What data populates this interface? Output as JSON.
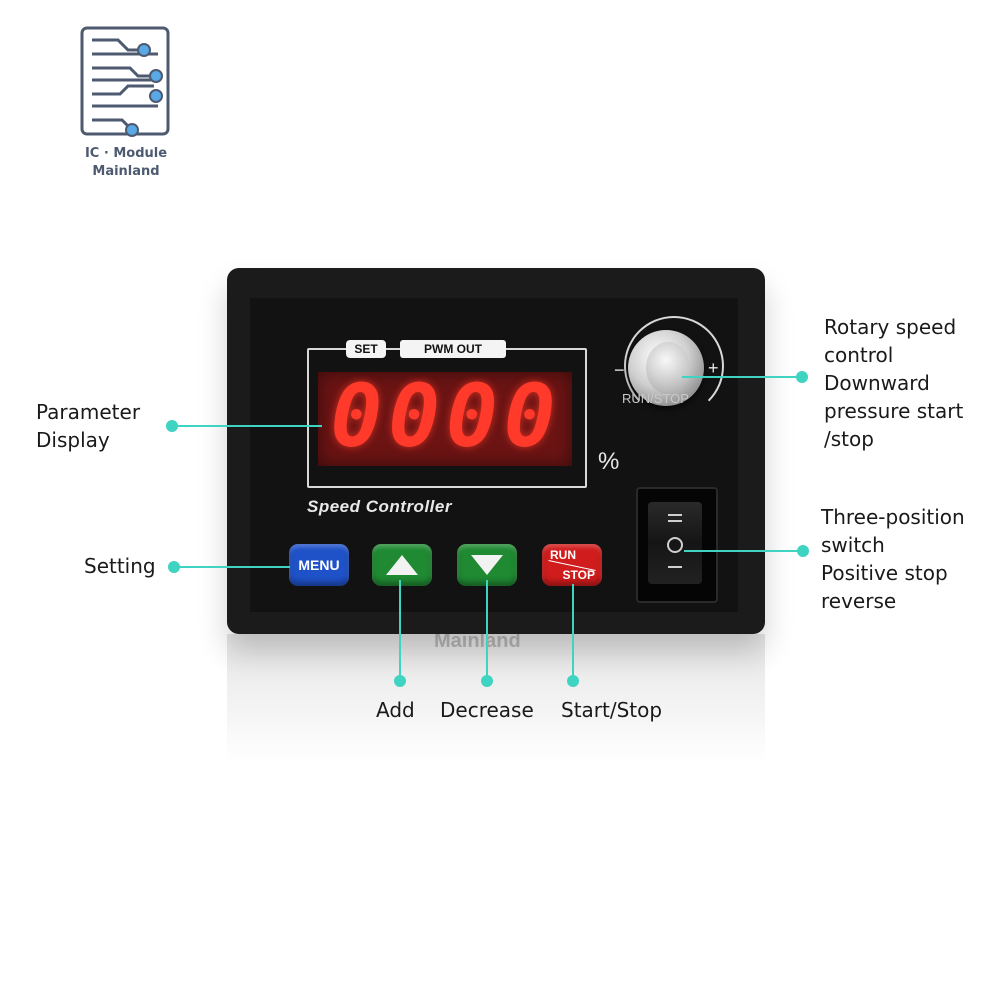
{
  "brand": {
    "line1": "IC · Module",
    "line2": "Mainland"
  },
  "device": {
    "set_tag": "SET",
    "pwm_tag": "PWM OUT",
    "display_value": "0000",
    "unit": "%",
    "product_label": "Speed Controller",
    "reflection_text": "Mainland",
    "knob_minus": "−",
    "knob_plus": "+",
    "knob_label": "RUN/STOP",
    "buttons": {
      "menu": "MENU",
      "run": "RUN",
      "stop": "STOP"
    }
  },
  "callouts": {
    "parameter_display": [
      "Parameter",
      "Display"
    ],
    "setting": "Setting",
    "add": "Add",
    "decrease": "Decrease",
    "start_stop": "Start/Stop",
    "rotary": [
      "Rotary speed",
      "control",
      "Downward",
      "pressure start",
      "/stop"
    ],
    "switch": [
      "Three-position",
      "switch",
      "Positive stop",
      "reverse"
    ]
  },
  "colors": {
    "callout_accent": "#3fd3c1",
    "menu_button": "#1f52c9",
    "add_decrease_button": "#1f8a32",
    "run_stop_button": "#d01c1c",
    "led_digits": "#ff3a2a"
  }
}
